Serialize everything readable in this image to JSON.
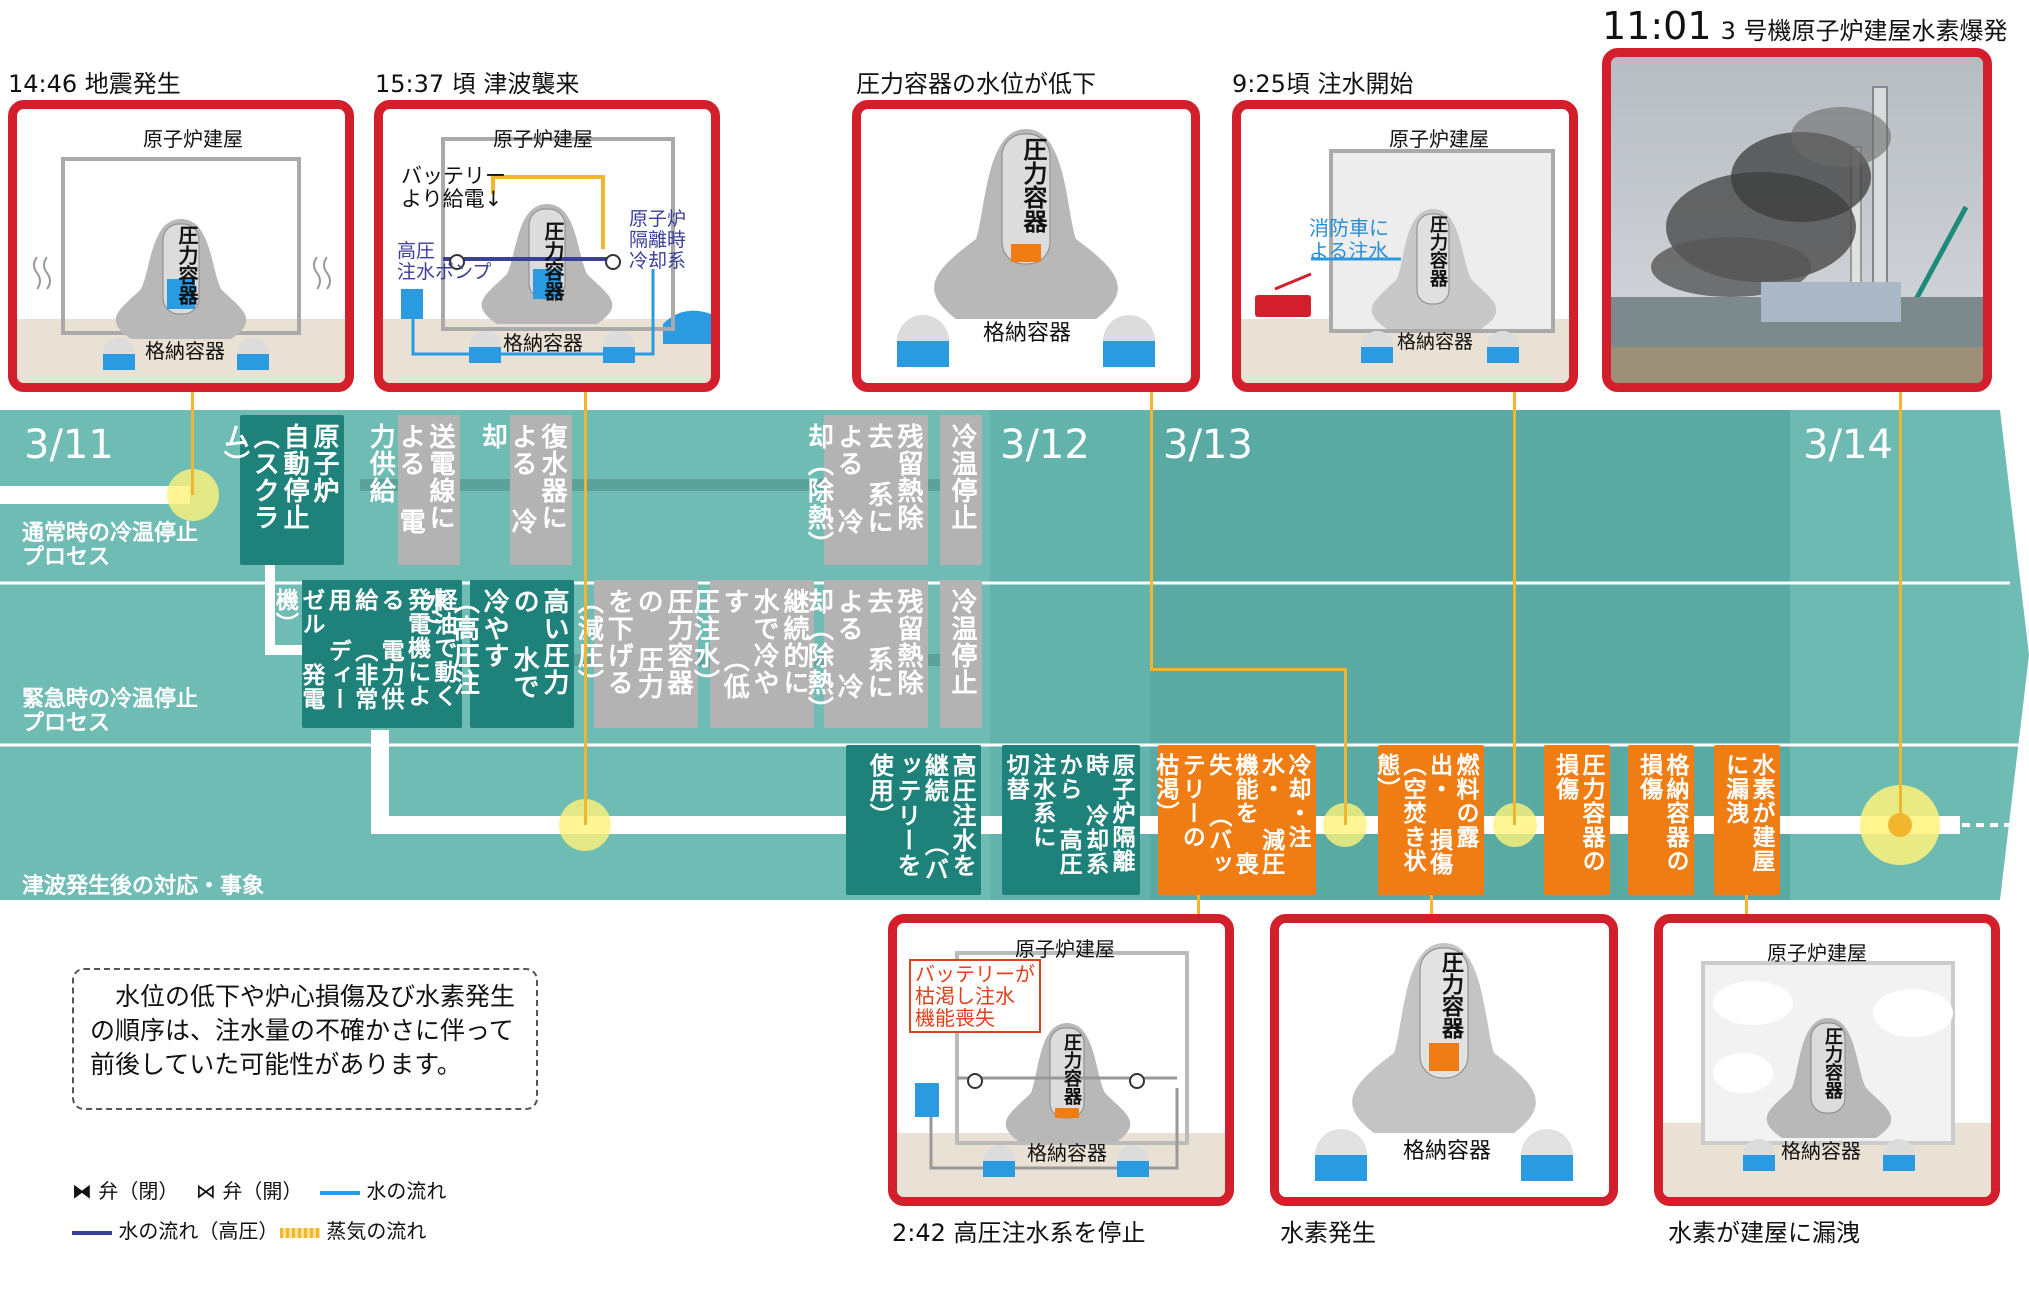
{
  "top_captions": {
    "c1": "14:46 地震発生",
    "c2": "15:37 頃 津波襲来",
    "c3": "圧力容器の水位が低下",
    "c4": "9:25頃 注水開始",
    "c5_time": "11:01",
    "c5_text": "3 号機原子炉建屋水素爆発"
  },
  "bottom_captions": {
    "b1": "2:42 高圧注水系を停止",
    "b2": "水素発生",
    "b3": "水素が建屋に漏洩"
  },
  "diagram_labels": {
    "building": "原子炉建屋",
    "pressure_vessel": "圧力容器",
    "containment": "格納容器",
    "battery_supply": "バッテリー\nより給電↓",
    "hp_pump": "高圧\n注水ポンプ",
    "rcic": "原子炉\n隔離時\n冷却系",
    "fire_truck": "消防車に\nよる注水",
    "battery_dead": "バッテリーが\n枯渇し注水\n機能喪失"
  },
  "dates": [
    "3/11",
    "3/12",
    "3/13",
    "3/14"
  ],
  "row_labels": {
    "normal": "通常時の冷温停止\nプロセス",
    "emergency": "緊急時の冷温停止\nプロセス",
    "tsunami": "津波発生後の対応・事象"
  },
  "boxes": {
    "scram": "原子炉\n自動停止\n（スクラム）",
    "grid_power": "送電線による\n電力供給",
    "condenser": "復水器による\n冷却",
    "rhr1": "残留熱除去\n系による\n冷却（除熱）",
    "cold1": "冷温停止",
    "diesel": "軽油で動く\n発電機による\n電力供給\n（非常用\nディーゼル\n発電機）",
    "hp_water": "高い圧力の\n水で冷やす\n（高圧注水）",
    "depressurize": "圧力容器の\n圧力を下げる\n（減圧）",
    "continuous": "継続的に\n水で冷やす\n（低圧注水）",
    "rhr2": "残留熱除去\n系による\n冷却（除熱）",
    "cold2": "冷温停止",
    "hp_cont": "高圧注水を\n継続\n（バッテリーを\n使用）",
    "switch": "原子炉隔離時\n冷却系から\n高圧注水系に\n切替",
    "loss": "冷却・注水・\n減圧機能を\n喪失\n（バッテリーの\n枯渇）",
    "fuel": "燃料の露出・\n損傷\n（空焚き状態）",
    "rpv_dmg": "圧力容器の\n損傷",
    "pcv_dmg": "格納容器の\n損傷",
    "h2_leak": "水素が建屋\nに漏洩"
  },
  "note": "　水位の低下や炉心損傷及び水素発生の順序は、注水量の不確かさに伴って前後していた可能性があります。",
  "legend": {
    "valve_closed": "弁（閉）",
    "valve_open": "弁（開）",
    "water_flow": "水の流れ",
    "water_flow_hp": "水の流れ（高圧）",
    "steam_flow": "蒸気の流れ"
  },
  "colors": {
    "frame_red": "#d21f2b",
    "band_teal": "#6fbcb4",
    "band_teal_dark": "#58aaa2",
    "box_teal": "#1f827a",
    "box_gray": "#b3b3b3",
    "box_orange": "#ef7d14",
    "line_yellow": "#f1b52e",
    "water_blue": "#2a9be0",
    "hp_navy": "#3a3f99"
  }
}
